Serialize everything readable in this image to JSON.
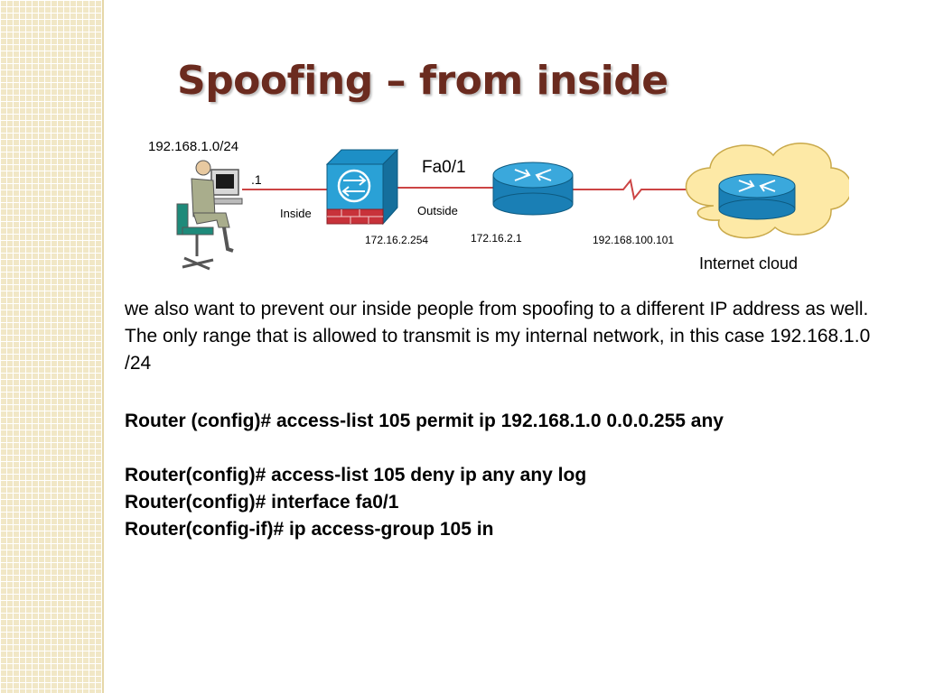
{
  "slide": {
    "title": "Spoofing – from inside"
  },
  "diagram": {
    "subnet_label": "192.168.1.0/24",
    "host_suffix": ".1",
    "inside_label": "Inside",
    "outside_label": "Outside",
    "interface_label": "Fa0/1",
    "firewall_ip": "172.16.2.254",
    "router_ip": "172.16.2.1",
    "remote_ip": "192.168.100.101",
    "cloud_label": "Internet cloud",
    "colors": {
      "router": "#1d8fc6",
      "firewall_wall": "#c8323a",
      "cloud": "#fde9a6",
      "title": "#6b2b1f"
    }
  },
  "content": {
    "paragraph": "we also want to prevent our inside people from spoofing to a different IP address as well. The only range that is allowed to transmit is my internal network, in this case 192.168.1.0 /24",
    "commands": [
      "Router (config)# access-list 105 permit ip 192.168.1.0 0.0.0.255 any",
      "Router(config)# access-list 105 deny ip any any log",
      "Router(config)# interface fa0/1",
      "Router(config-if)# ip access-group 105 in"
    ]
  }
}
